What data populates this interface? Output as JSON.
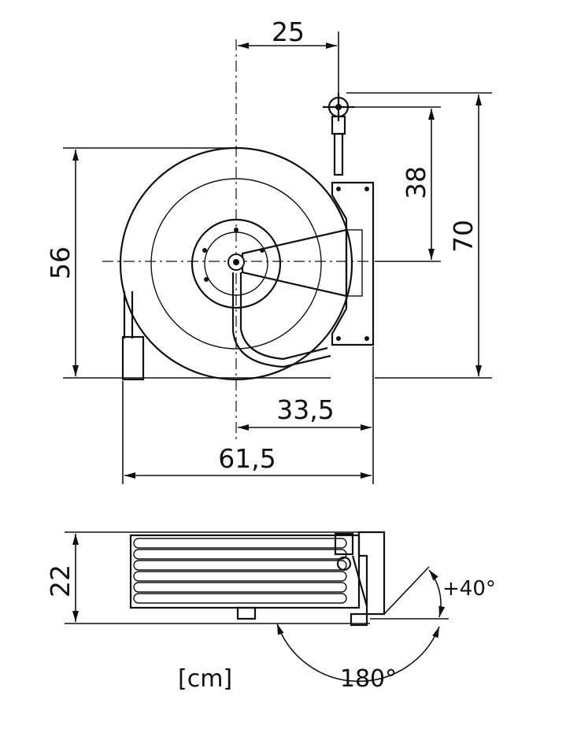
{
  "dimensions": {
    "width_top": "25",
    "height_right_inner": "38",
    "height_right_outer": "70",
    "height_left": "56",
    "width_hub_to_wall": "33,5",
    "width_overall": "61,5",
    "depth": "22"
  },
  "angles": {
    "tilt": "+40°",
    "swivel": "180°"
  },
  "units_label": "[cm]",
  "colors": {
    "ink": "#111111",
    "paper": "#ffffff"
  }
}
